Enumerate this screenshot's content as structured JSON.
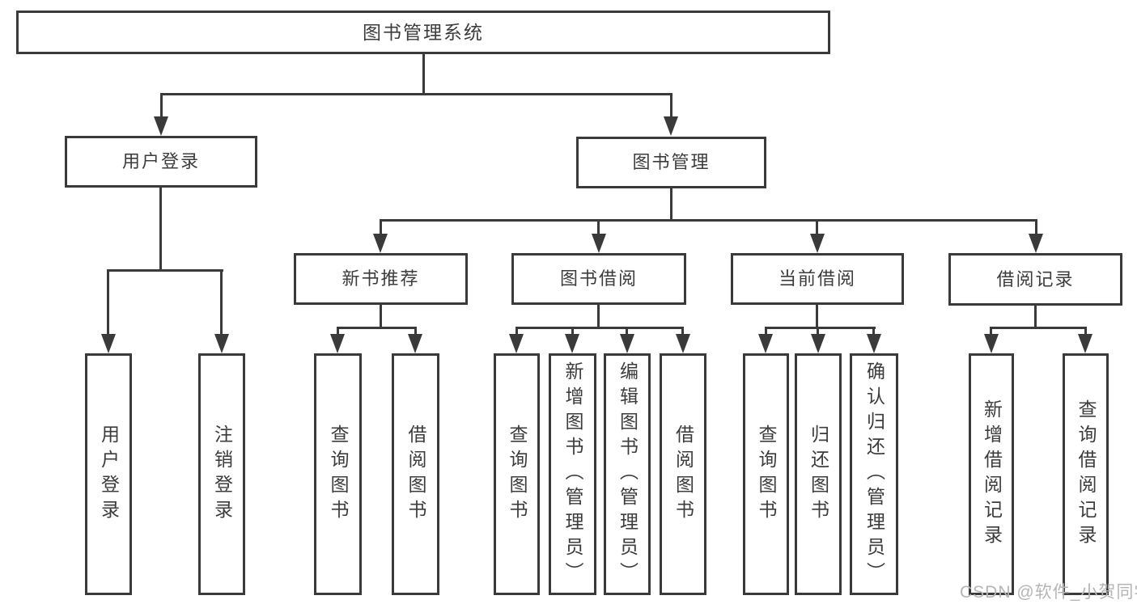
{
  "colors": {
    "line": "#3a3a3a",
    "text": "#3c3c3c",
    "background": "#ffffff",
    "watermark": "#b5b5b5"
  },
  "nodes": {
    "root": "图书管理系统",
    "level1": [
      "用户登录",
      "图书管理"
    ],
    "level2": [
      "新书推荐",
      "图书借阅",
      "当前借阅",
      "借阅记录"
    ],
    "leaves": [
      "用户登录",
      "注销登录",
      "查询图书",
      "借阅图书",
      "查询图书",
      "新增图书（管理员）",
      "编辑图书（管理员）",
      "借阅图书",
      "查询图书",
      "归还图书",
      "确认归还（管理员）",
      "新增借阅记录",
      "查询借阅记录"
    ]
  },
  "watermark": "CSDN @软件_小贺同学"
}
